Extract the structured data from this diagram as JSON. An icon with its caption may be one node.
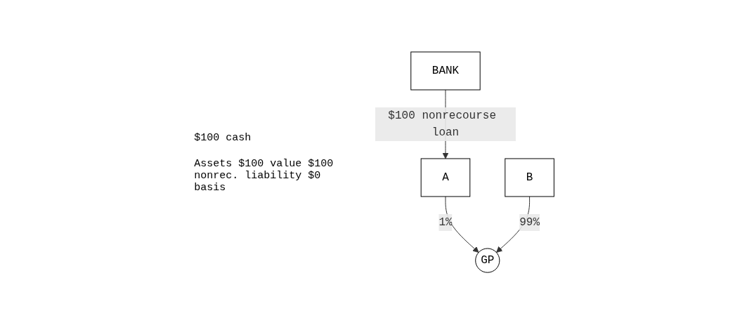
{
  "diagram": {
    "nodes": [
      {
        "text": [
          "BANK"
        ]
      },
      {
        "text": [
          "A"
        ]
      },
      {
        "text": [
          "B"
        ]
      },
      {
        "text": [
          "GP"
        ]
      }
    ],
    "edges": [
      {
        "from": 0,
        "to": 1,
        "arrow": "to",
        "label": "$100 nonrecourse loan"
      },
      {
        "from": 1,
        "to": 3,
        "arrow": "to",
        "label": "1%"
      },
      {
        "from": 2,
        "to": 3,
        "arrow": "to",
        "label": "99%"
      }
    ],
    "labels": [
      "$100 cash",
      "Assets $100 value $100 nonrec. liability $0 basis"
    ]
  }
}
